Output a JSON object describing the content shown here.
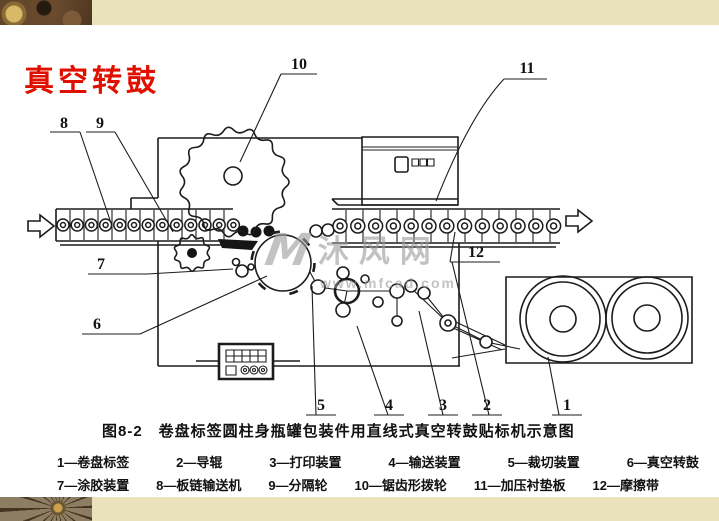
{
  "page": {
    "title": "真空转鼓",
    "colors": {
      "accent_red": "#e01000",
      "border_beige": "#e9e2ba",
      "watermark_gray": "#9b9b9b",
      "line_black": "#1c1c1c"
    }
  },
  "figure": {
    "caption": "图8-2　卷盘标签圆柱身瓶罐包装件用直线式真空转鼓贴标机示意图",
    "legend_row1": [
      "1—卷盘标签",
      "2—导辊",
      "3—打印装置",
      "4—输送装置",
      "5—裁切装置",
      "6—真空转鼓"
    ],
    "legend_row2": [
      "7—涂胶装置",
      "8—板链输送机",
      "9—分隔轮",
      "10—锯齿形拨轮",
      "11—加压衬垫板",
      "12—摩擦带"
    ]
  },
  "watermark": {
    "logo_letter": "M",
    "site_name": "沐风网",
    "site_url": "www.mfcad.com"
  },
  "diagram": {
    "part_labels": [
      "8",
      "9",
      "10",
      "11",
      "7",
      "6",
      "5",
      "4",
      "3",
      "2",
      "12",
      "1"
    ]
  }
}
